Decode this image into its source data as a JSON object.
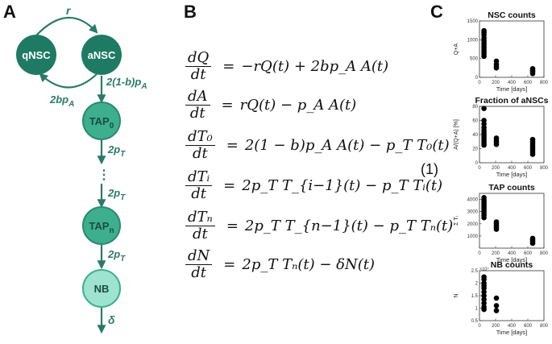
{
  "panels": {
    "a": "A",
    "b": "B",
    "c": "C"
  },
  "diagram": {
    "nodes": {
      "qnsc": "qNSC",
      "ansc": "aNSC",
      "tap0": "TAP",
      "tap0_sub": "0",
      "tapn": "TAP",
      "tapn_sub": "n",
      "nb": "NB"
    },
    "edges": {
      "r": "r",
      "ansc_to_tap0": "2(1-b)p",
      "ansc_to_tap0_sub": "A",
      "ansc_to_qnsc": "2bp",
      "ansc_to_qnsc_sub": "A",
      "tap_rate": "2p",
      "tap_rate_sub": "T",
      "death": "δ",
      "ellipsis": "⋮"
    }
  },
  "equations": {
    "number": "(1)",
    "rows": [
      {
        "num": "dQ",
        "den": "dt",
        "rhs": "−rQ(t) + 2bp_A A(t)"
      },
      {
        "num": "dA",
        "den": "dt",
        "rhs": "rQ(t) − p_A A(t)"
      },
      {
        "num": "dT₀",
        "den": "dt",
        "rhs": "2(1 − b)p_A A(t) − p_T T₀(t)"
      },
      {
        "num": "dTᵢ",
        "den": "dt",
        "rhs": "2p_T T_{i−1}(t) − p_T Tᵢ(t)"
      },
      {
        "num": "dTₙ",
        "den": "dt",
        "rhs": "2p_T T_{n−1}(t) − p_T Tₙ(t)"
      },
      {
        "num": "dN",
        "den": "dt",
        "rhs": "2p_T Tₙ(t) − δN(t)"
      }
    ]
  },
  "chart_data": [
    {
      "type": "scatter",
      "title": "NSC counts",
      "ylabel": "Q+A",
      "xlabel": "Time [days]",
      "xlim": [
        0,
        800
      ],
      "ylim": [
        0,
        1500
      ],
      "xticks": [
        "0",
        "200",
        "400",
        "600",
        "800"
      ],
      "yticks": [
        "0",
        "500",
        "1000",
        "1500"
      ],
      "x": [
        56,
        56,
        56,
        56,
        56,
        56,
        56,
        56,
        56,
        56,
        56,
        56,
        210,
        210,
        210,
        210,
        660,
        660,
        660,
        660
      ],
      "y": [
        1240,
        1190,
        1130,
        1050,
        980,
        920,
        860,
        800,
        740,
        680,
        620,
        560,
        430,
        350,
        290,
        250,
        230,
        180,
        150,
        100
      ]
    },
    {
      "type": "scatter",
      "title": "Fraction of aNSCs",
      "ylabel": "A/(Q+A) [%]",
      "xlabel": "Time [days]",
      "xlim": [
        0,
        800
      ],
      "ylim": [
        0,
        80
      ],
      "xticks": [
        "0",
        "200",
        "400",
        "600",
        "800"
      ],
      "yticks": [
        "0",
        "20",
        "40",
        "60",
        "80"
      ],
      "x": [
        56,
        56,
        56,
        56,
        56,
        56,
        56,
        56,
        56,
        56,
        56,
        56,
        210,
        210,
        210,
        210,
        660,
        660,
        660,
        660,
        660,
        660,
        660,
        660
      ],
      "y": [
        77,
        60,
        55,
        50,
        46,
        43,
        40,
        37,
        34,
        31,
        28,
        25,
        35,
        32,
        29,
        26,
        33,
        30,
        27,
        24,
        21,
        18,
        15,
        12
      ]
    },
    {
      "type": "scatter",
      "title": "TAP counts",
      "ylabel": "Σ Tᵢ",
      "xlabel": "Time [days]",
      "xlim": [
        0,
        800
      ],
      "ylim": [
        0,
        4500
      ],
      "xticks": [
        "0",
        "200",
        "400",
        "600",
        "800"
      ],
      "yticks": [
        "1000",
        "2000",
        "3000",
        "4000"
      ],
      "x": [
        56,
        56,
        56,
        56,
        56,
        56,
        56,
        56,
        56,
        56,
        56,
        210,
        210,
        210,
        210,
        210,
        660,
        660,
        660,
        660,
        660
      ],
      "y": [
        4150,
        3950,
        3800,
        3650,
        3500,
        3350,
        3200,
        3050,
        2900,
        2700,
        2500,
        2150,
        2000,
        1850,
        1700,
        1550,
        800,
        700,
        600,
        500,
        400
      ]
    },
    {
      "type": "scatter",
      "title": "NB counts",
      "ylabel": "N",
      "xlabel": "Time [days]",
      "xlim": [
        0,
        800
      ],
      "ylim": [
        0.5,
        2.5
      ],
      "yexponent": "×10⁴",
      "xticks": [
        "0",
        "200",
        "400",
        "600",
        "800"
      ],
      "yticks": [
        "0.5",
        "1",
        "1.5",
        "2",
        "2.5"
      ],
      "x": [
        56,
        56,
        56,
        56,
        56,
        56,
        56,
        56,
        56,
        56,
        56,
        210,
        210,
        210
      ],
      "y": [
        2.25,
        2.15,
        2.0,
        1.9,
        1.8,
        1.65,
        1.5,
        1.35,
        1.2,
        1.05,
        0.95,
        1.4,
        1.1,
        0.9
      ]
    }
  ]
}
